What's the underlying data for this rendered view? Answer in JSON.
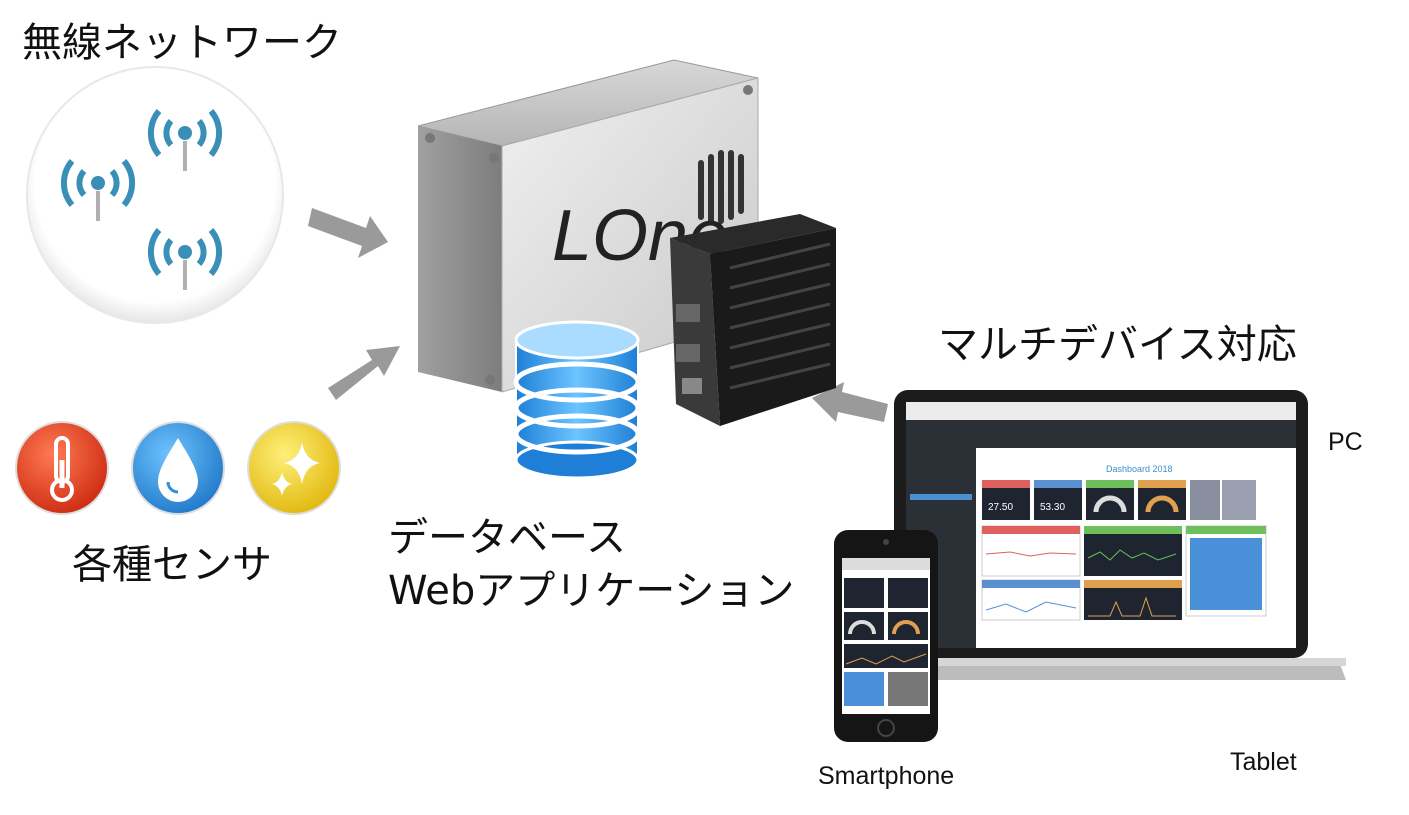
{
  "labels": {
    "wireless_network": "無線ネットワーク",
    "sensors": "各種センサ",
    "database": "データベース",
    "webapp": "Webアプリケーション",
    "multi_device": "マルチデバイス対応",
    "pc": "PC",
    "tablet": "Tablet",
    "smartphone": "Smartphone"
  },
  "device": {
    "logo_text": "LOne"
  },
  "screen": {
    "title": "Dashboard 2018",
    "readouts": [
      "27.50",
      "53.30"
    ]
  },
  "colors": {
    "wifi_blue": "#3a8fb7",
    "thermo_red": "#e23a1c",
    "drop_blue": "#2f8fd8",
    "spark_yellow": "#f4d21c",
    "arrow_gray": "#9a9a9a",
    "db_blue": "#3aa0f0"
  },
  "icons": [
    "wifi-icon",
    "thermometer-icon",
    "water-drop-icon",
    "sparkle-icon",
    "database-icon",
    "arrow-icon"
  ]
}
